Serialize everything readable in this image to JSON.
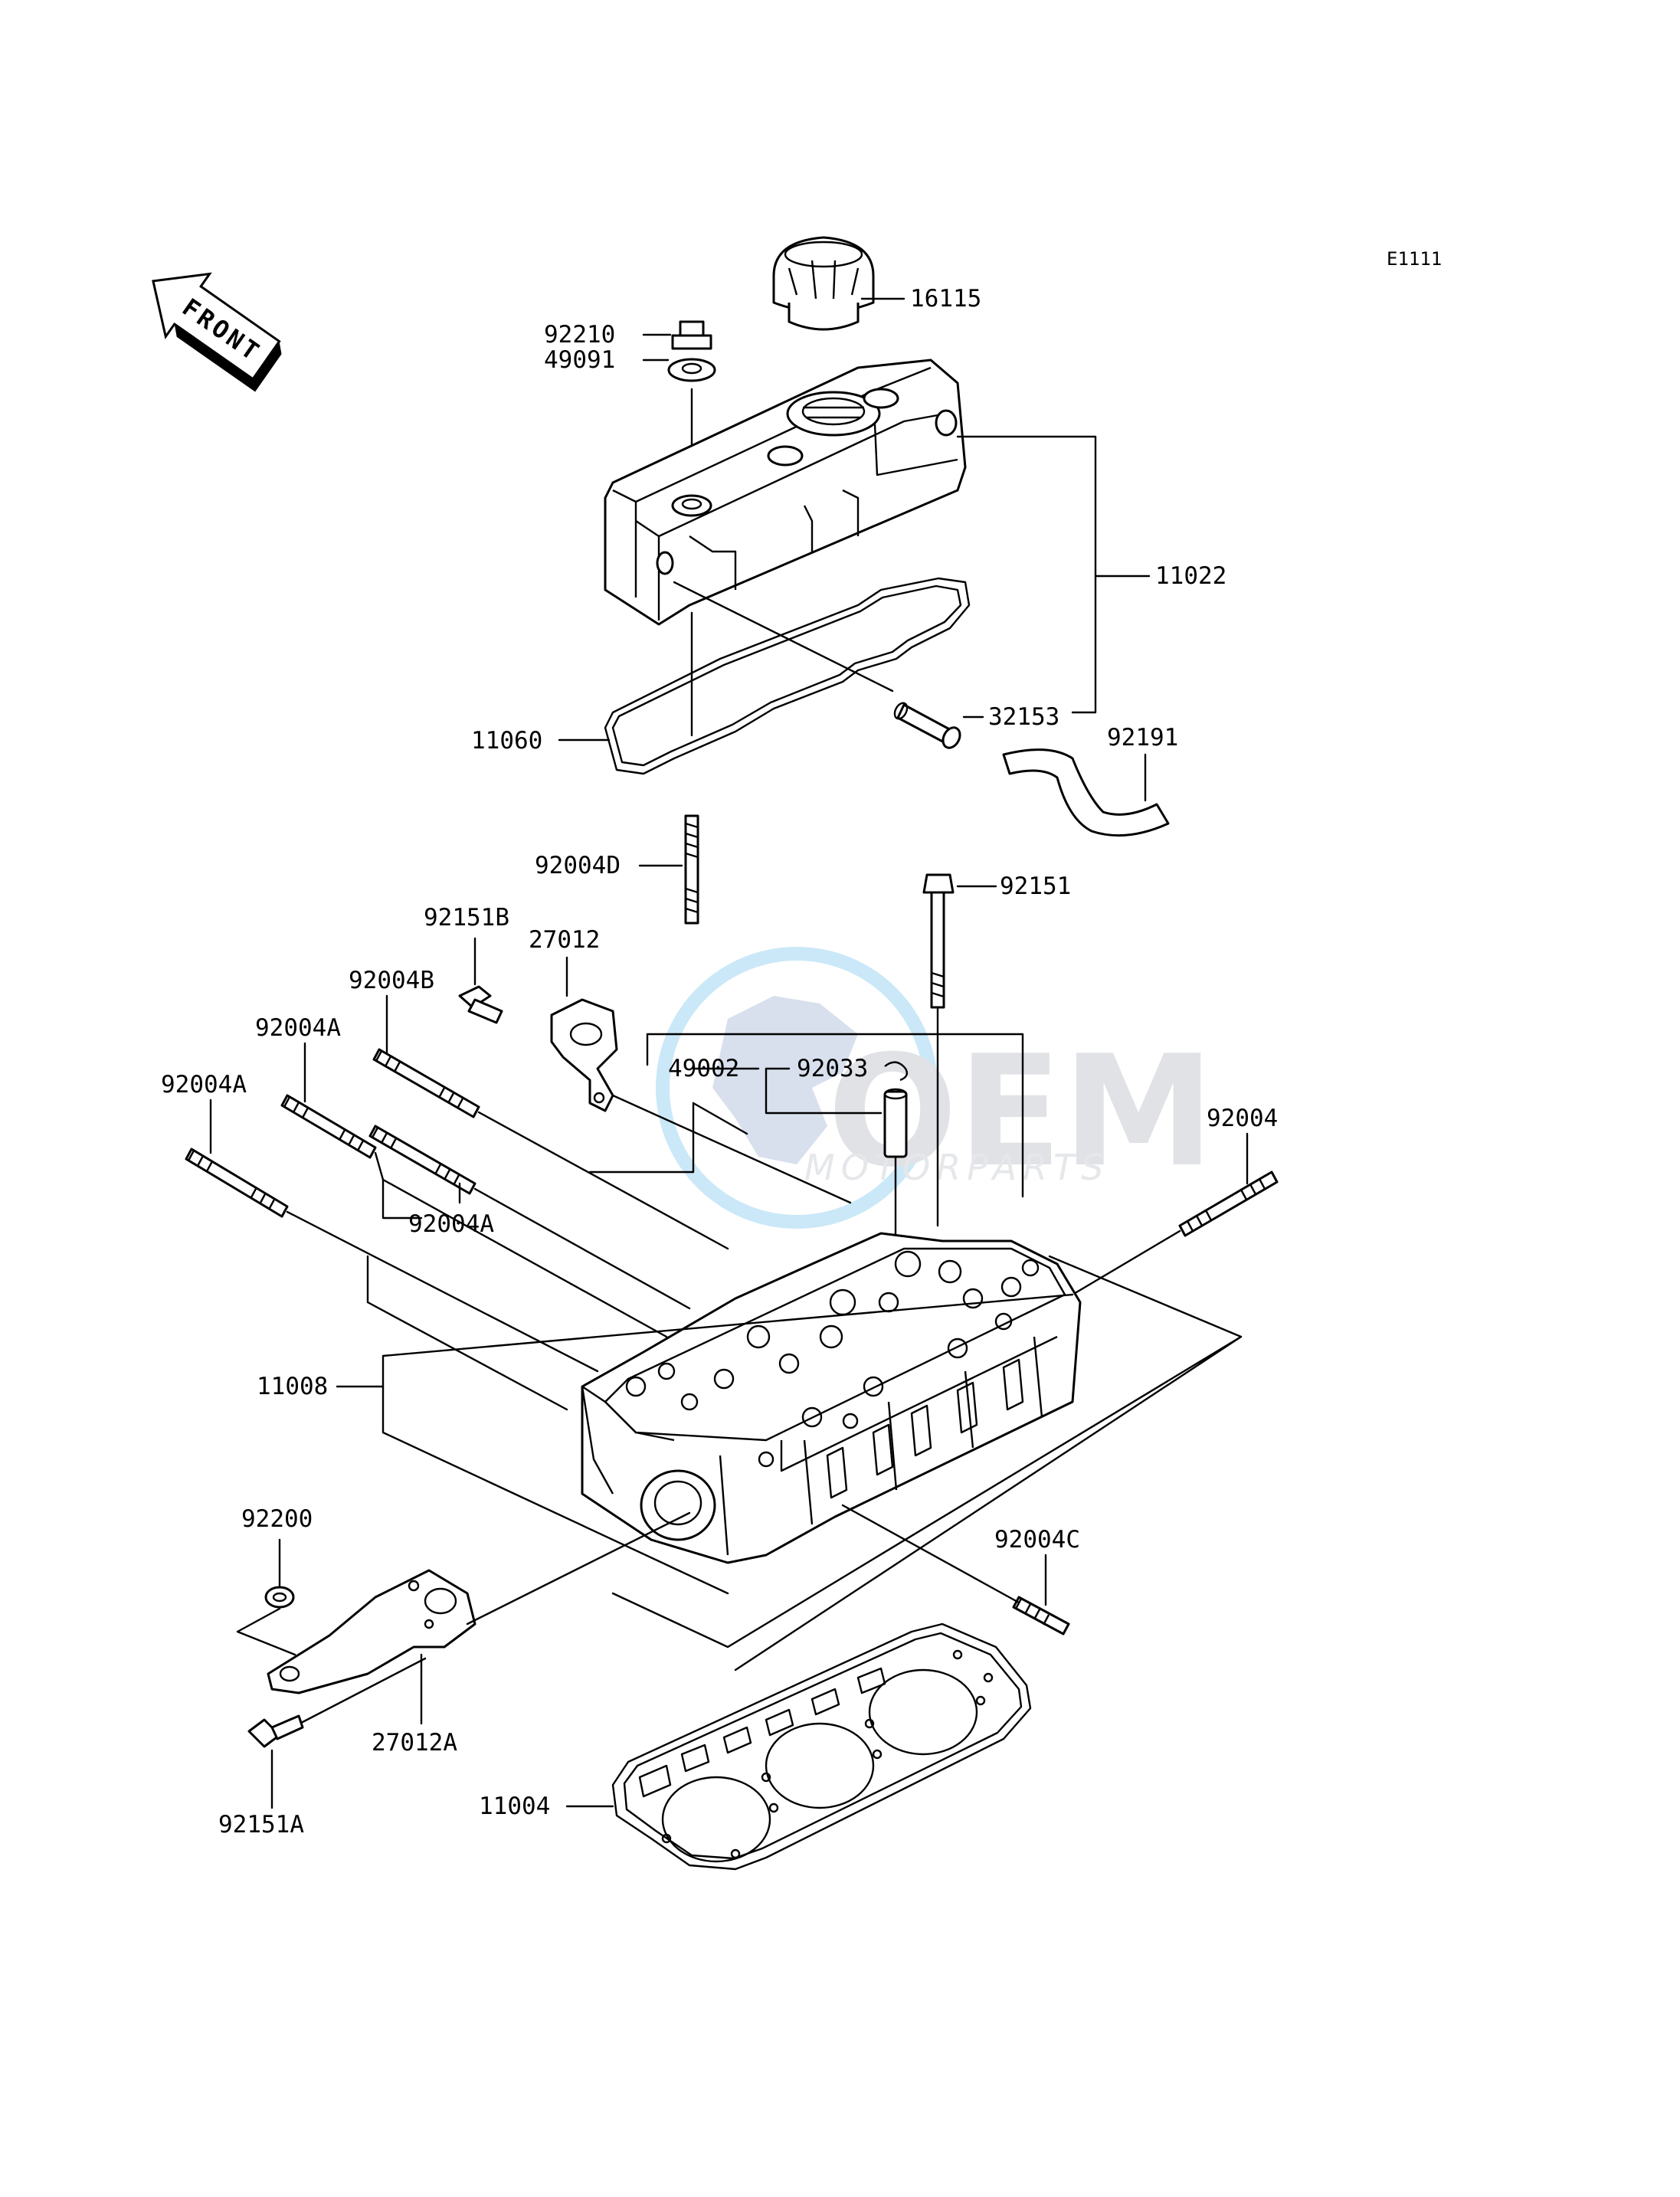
{
  "diagram_code": "E1111",
  "front_label": "FRONT",
  "watermark": {
    "brand": "OEM",
    "sub": "MOTORPARTS"
  },
  "labels": {
    "p16115": "16115",
    "p92210": "92210",
    "p49091": "49091",
    "p11022": "11022",
    "p32153": "32153",
    "p11060": "11060",
    "p92191": "92191",
    "p92004D": "92004D",
    "p92151": "92151",
    "p92151B": "92151B",
    "p27012": "27012",
    "p92004B": "92004B",
    "p92004A_1": "92004A",
    "p49002": "49002",
    "p92033": "92033",
    "p92004A_2": "92004A",
    "p92004": "92004",
    "p92004A_3": "92004A",
    "p11008": "11008",
    "p92200": "92200",
    "p92004C": "92004C",
    "p27012A": "27012A",
    "p11004": "11004",
    "p92151A": "92151A"
  }
}
